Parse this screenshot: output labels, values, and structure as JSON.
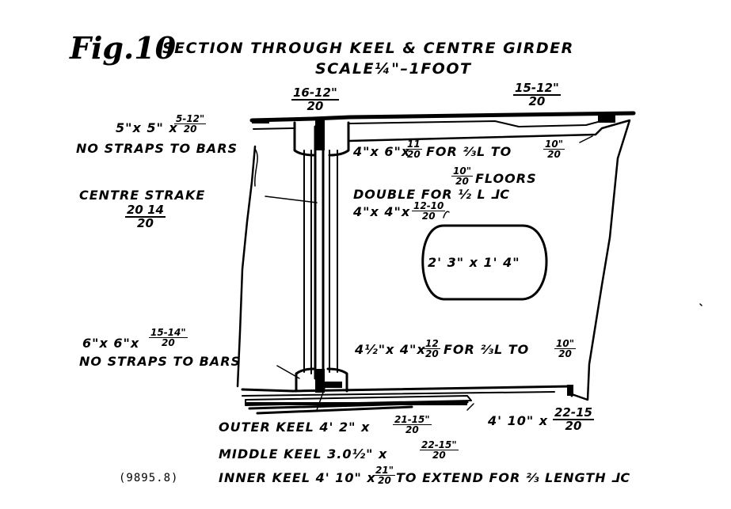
{
  "title": {
    "fig": "Fig.10",
    "heading": "SECTION THROUGH KEEL & CENTRE GIRDER",
    "scale": "SCALE¼\"–1FOOT"
  },
  "labels": {
    "top_centre_num": "16-12\"",
    "top_centre_den": "20",
    "top_right_num": "15-12\"",
    "top_right_den": "20",
    "bar_top_left": "5\"x 5\" x",
    "bar_top_left_num": "5-12\"",
    "bar_top_left_den": "20",
    "no_straps_top": "NO STRAPS TO BARS",
    "angle_top_right": "4\"x 6\"x",
    "angle_top_right_num": "11",
    "angle_top_right_den": "20",
    "angle_top_right_tail": "FOR ⅔L TO",
    "angle_top_right_num2": "10\"",
    "angle_top_right_den2": "20",
    "floors_num": "10\"",
    "floors_den": "20",
    "floors": "FLOORS",
    "centre_strake": "CENTRE STRAKE",
    "centre_strake_num": "20 14",
    "centre_strake_den": "20",
    "double": "DOUBLE FOR ½ L ⅃C",
    "angle_mid": "4\"x 4\"x",
    "angle_mid_num": "12-10",
    "angle_mid_den": "20",
    "lightening_hole": "2' 3\" x 1' 4\"",
    "bar_bottom_left": "6\"x 6\"x",
    "bar_bottom_left_num": "15-14\"",
    "bar_bottom_left_den": "20",
    "no_straps_bottom": "NO STRAPS TO BARS",
    "angle_bottom": "4½\"x 4\"x",
    "angle_bottom_num": "12",
    "angle_bottom_den": "20",
    "angle_bottom_tail": "FOR ⅔L TO",
    "angle_bottom_num2": "10\"",
    "angle_bottom_den2": "20",
    "plate_bottom": "4' 10\" x",
    "plate_bottom_num": "22-15",
    "plate_bottom_den": "20",
    "outer_keel": "OUTER KEEL 4' 2\" x",
    "outer_keel_num": "21-15\"",
    "outer_keel_den": "20",
    "middle_keel": "MIDDLE KEEL 3.0½\" x",
    "middle_keel_num": "22-15\"",
    "middle_keel_den": "20",
    "ref": "(9895.8)",
    "inner_keel": "INNER KEEL 4' 10\" x",
    "inner_keel_num": "21\"",
    "inner_keel_den": "20",
    "inner_keel_tail": "TO EXTEND FOR ⅔ LENGTH ⅃C"
  }
}
